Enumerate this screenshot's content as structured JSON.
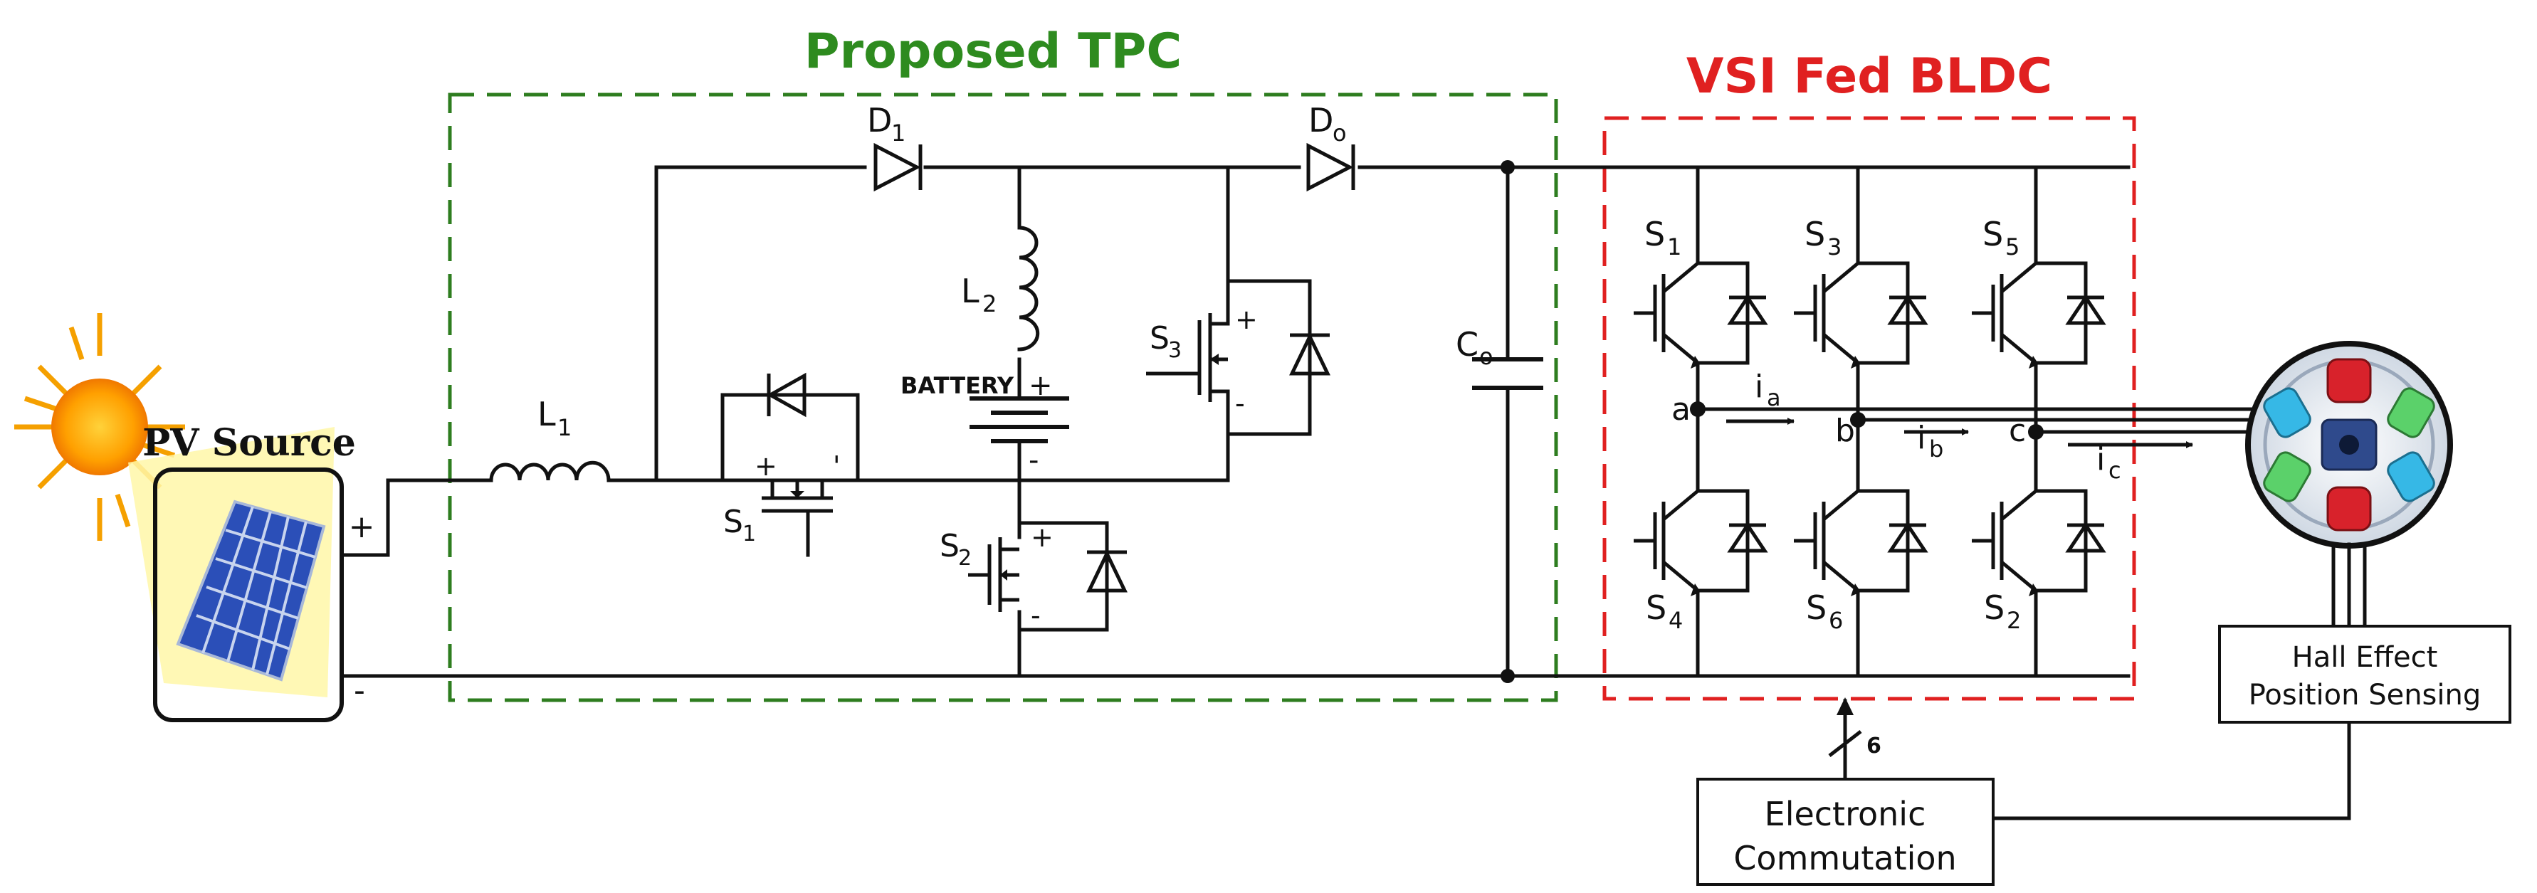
{
  "titles": {
    "converter": "Proposed TPC",
    "inverter": "VSI Fed BLDC"
  },
  "source": {
    "label": "PV Source",
    "plus": "+",
    "minus": "-"
  },
  "components": {
    "L1": "L",
    "L1_sub": "1",
    "L2": "L",
    "L2_sub": "2",
    "D1": "D",
    "D1_sub": "1",
    "Do": "D",
    "Do_sub": "o",
    "Co": "C",
    "Co_sub": "o",
    "battery": "BATTERY",
    "battery_plus": "+",
    "battery_minus": "-",
    "S1": "S",
    "S1_sub": "1",
    "S2": "S",
    "S2_sub": "2",
    "S3": "S",
    "S3_sub": "3"
  },
  "inverter": {
    "switches": [
      {
        "name": "S",
        "sub": "1"
      },
      {
        "name": "S",
        "sub": "3"
      },
      {
        "name": "S",
        "sub": "5"
      },
      {
        "name": "S",
        "sub": "4"
      },
      {
        "name": "S",
        "sub": "6"
      },
      {
        "name": "S",
        "sub": "2"
      }
    ],
    "nodes": [
      "a",
      "b",
      "c"
    ],
    "currents": [
      {
        "name": "i",
        "sub": "a"
      },
      {
        "name": "i",
        "sub": "b"
      },
      {
        "name": "i",
        "sub": "c"
      }
    ]
  },
  "blocks": {
    "hall": [
      "Hall Effect",
      "Position Sensing"
    ],
    "commutation": [
      "Electronic",
      "Commutation"
    ],
    "bus_width": "6"
  },
  "colors": {
    "green": "#2e8b1f",
    "red": "#e02020"
  }
}
